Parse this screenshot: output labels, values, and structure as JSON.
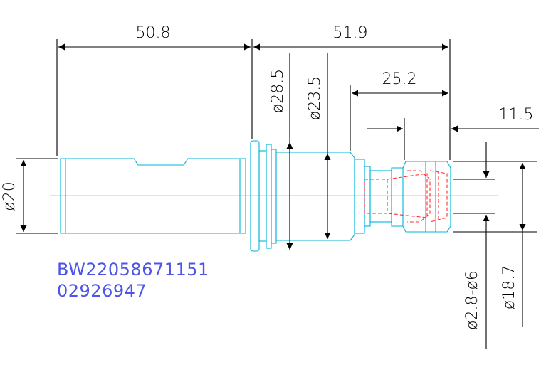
{
  "dimensions": {
    "shank_length": "50.8",
    "flange_to_tip": "51.9",
    "nut_offset": "25.2",
    "nut_length": "11.5",
    "shank_diameter": "ø20",
    "flange_diameter": "ø28.5",
    "body_diameter": "ø23.5",
    "clamp_range": "ø2.8-ø6",
    "nut_diameter": "ø18.7"
  },
  "part_code": {
    "line1": "BW22058671151",
    "line2": "02926947"
  },
  "colors": {
    "outline": "#00b4d8",
    "hidden": "#ff3030",
    "centerline": "#e0e000",
    "dimension": "#000000",
    "code_text": "#4d55e6"
  }
}
